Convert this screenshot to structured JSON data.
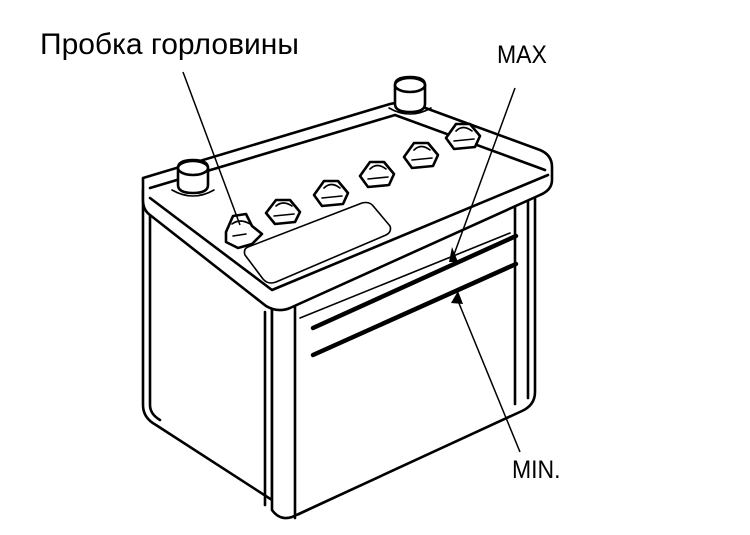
{
  "labels": {
    "filler_cap": "Пробка горловины",
    "max": "MAX",
    "min": "MIN."
  },
  "colors": {
    "background": "#ffffff",
    "ink": "#000000"
  }
}
